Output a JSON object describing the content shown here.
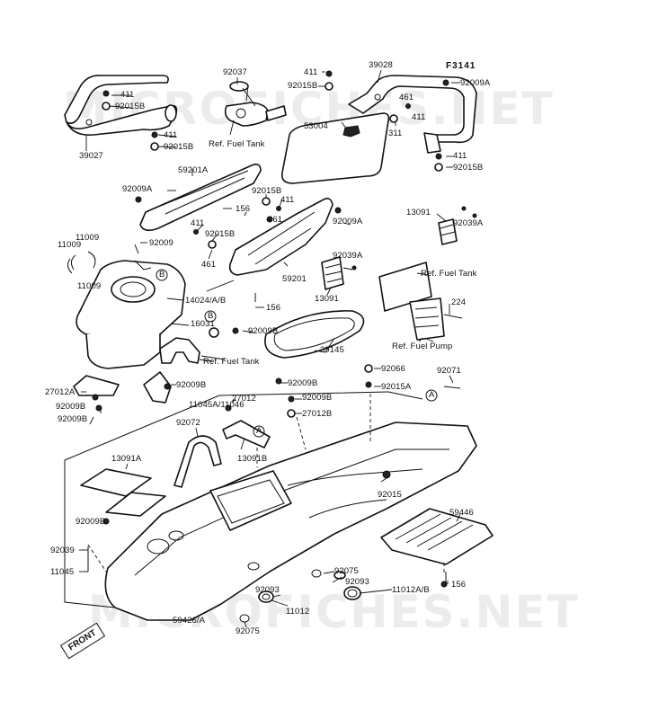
{
  "diagram": {
    "code": "F3141",
    "watermark": "MICROFICHES.NET",
    "front_arrow": "FRONT",
    "refs": {
      "a": "A",
      "b": "B"
    },
    "labels": [
      {
        "id": "l411a",
        "text": "411"
      },
      {
        "id": "l92015Ba",
        "text": "92015B"
      },
      {
        "id": "l411b",
        "text": "411"
      },
      {
        "id": "l92015Bb",
        "text": "92015B"
      },
      {
        "id": "l39027",
        "text": "39027"
      },
      {
        "id": "l92037",
        "text": "92037"
      },
      {
        "id": "lref1",
        "text": "Ref. Fuel Tank"
      },
      {
        "id": "l411c",
        "text": "411"
      },
      {
        "id": "l92015Bc",
        "text": "92015B"
      },
      {
        "id": "l39028",
        "text": "39028"
      },
      {
        "id": "l92009Aa",
        "text": "92009A"
      },
      {
        "id": "l461a",
        "text": "461"
      },
      {
        "id": "l411d",
        "text": "411"
      },
      {
        "id": "l53004",
        "text": "53004"
      },
      {
        "id": "l311",
        "text": "311"
      },
      {
        "id": "l411e",
        "text": "411"
      },
      {
        "id": "l92015Bd",
        "text": "92015B"
      },
      {
        "id": "l59201A",
        "text": "59201A"
      },
      {
        "id": "l92009Ab",
        "text": "92009A"
      },
      {
        "id": "l156a",
        "text": "156"
      },
      {
        "id": "l92015Be",
        "text": "92015B"
      },
      {
        "id": "l411f",
        "text": "411"
      },
      {
        "id": "l461b",
        "text": "461"
      },
      {
        "id": "l92009Ac",
        "text": "92009A"
      },
      {
        "id": "l92039Aa",
        "text": "92039A"
      },
      {
        "id": "l13091a",
        "text": "13091"
      },
      {
        "id": "l11009a",
        "text": "11009"
      },
      {
        "id": "l11009b",
        "text": "11009"
      },
      {
        "id": "l92009a",
        "text": "92009"
      },
      {
        "id": "l411g",
        "text": "411"
      },
      {
        "id": "l92015Bf",
        "text": "92015B"
      },
      {
        "id": "l461c",
        "text": "461"
      },
      {
        "id": "l92039Ab",
        "text": "92039A"
      },
      {
        "id": "lref2",
        "text": "Ref. Fuel Tank"
      },
      {
        "id": "l11009c",
        "text": "11009"
      },
      {
        "id": "l59201",
        "text": "59201"
      },
      {
        "id": "l13091b",
        "text": "13091"
      },
      {
        "id": "l14024",
        "text": "14024/A/B"
      },
      {
        "id": "l156b",
        "text": "156"
      },
      {
        "id": "l224",
        "text": "224"
      },
      {
        "id": "l16031",
        "text": "16031"
      },
      {
        "id": "l92009Ba",
        "text": "92009B"
      },
      {
        "id": "lref3",
        "text": "Ref. Fuel Tank"
      },
      {
        "id": "l39145",
        "text": "39145"
      },
      {
        "id": "lref4",
        "text": "Ref. Fuel Pump"
      },
      {
        "id": "l92066",
        "text": "92066"
      },
      {
        "id": "l92071",
        "text": "92071"
      },
      {
        "id": "l92015A",
        "text": "92015A"
      },
      {
        "id": "l27012Aa",
        "text": "27012A"
      },
      {
        "id": "l92009Bb",
        "text": "92009B"
      },
      {
        "id": "l92009Bc",
        "text": "92009B"
      },
      {
        "id": "l92009Bd",
        "text": "92009B"
      },
      {
        "id": "l92009Be",
        "text": "92009B"
      },
      {
        "id": "l11045A",
        "text": "11045A/11046"
      },
      {
        "id": "l92009Bf",
        "text": "92009B"
      },
      {
        "id": "l27012",
        "text": "27012"
      },
      {
        "id": "l27012B",
        "text": "27012B"
      },
      {
        "id": "l92072",
        "text": "92072"
      },
      {
        "id": "l13091A",
        "text": "13091A"
      },
      {
        "id": "l13091B",
        "text": "13091B"
      },
      {
        "id": "l92009Bg",
        "text": "92009B"
      },
      {
        "id": "l92015",
        "text": "92015"
      },
      {
        "id": "l59446",
        "text": "59446"
      },
      {
        "id": "l92039",
        "text": "92039"
      },
      {
        "id": "l11045",
        "text": "11045"
      },
      {
        "id": "l92075a",
        "text": "92075"
      },
      {
        "id": "l92093a",
        "text": "92093"
      },
      {
        "id": "l92093b",
        "text": "92093"
      },
      {
        "id": "l11012AB",
        "text": "11012A/B"
      },
      {
        "id": "l156c",
        "text": "156"
      },
      {
        "id": "l11012",
        "text": "11012"
      },
      {
        "id": "l59426",
        "text": "59426/A"
      },
      {
        "id": "l92075b",
        "text": "92075"
      }
    ]
  }
}
